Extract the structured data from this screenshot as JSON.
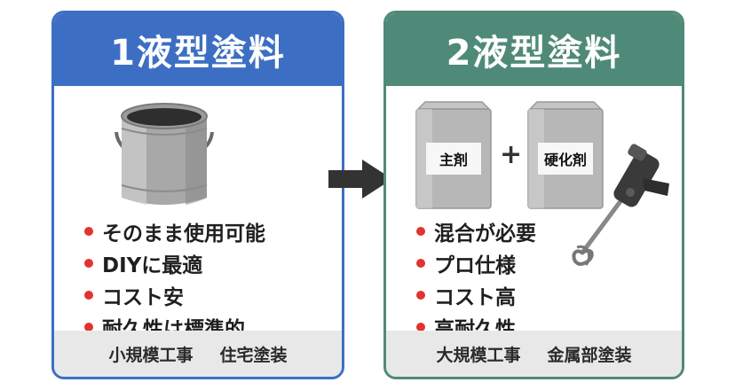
{
  "left_card": {
    "title": "1液型塗料",
    "features": [
      "そのまま使用可能",
      "DIYに最適",
      "コスト安",
      "耐久性は標準的"
    ],
    "footer": [
      "小規模工事",
      "住宅塗装"
    ]
  },
  "right_card": {
    "title": "2液型塗料",
    "can_main": "主剤",
    "can_hardener": "硬化剤",
    "plus": "+",
    "features": [
      "混合が必要",
      "プロ仕様",
      "コスト高",
      "高耐久性"
    ],
    "footer": [
      "大規模工事",
      "金属部塗装"
    ]
  },
  "colors": {
    "left_accent": "#3c6fc4",
    "right_accent": "#4f8a78",
    "bullet": "#e0342c",
    "arrow": "#333333"
  },
  "icons": [
    "paint-can-icon",
    "arrow-right-icon",
    "metal-can-icon",
    "drill-mixer-icon"
  ]
}
